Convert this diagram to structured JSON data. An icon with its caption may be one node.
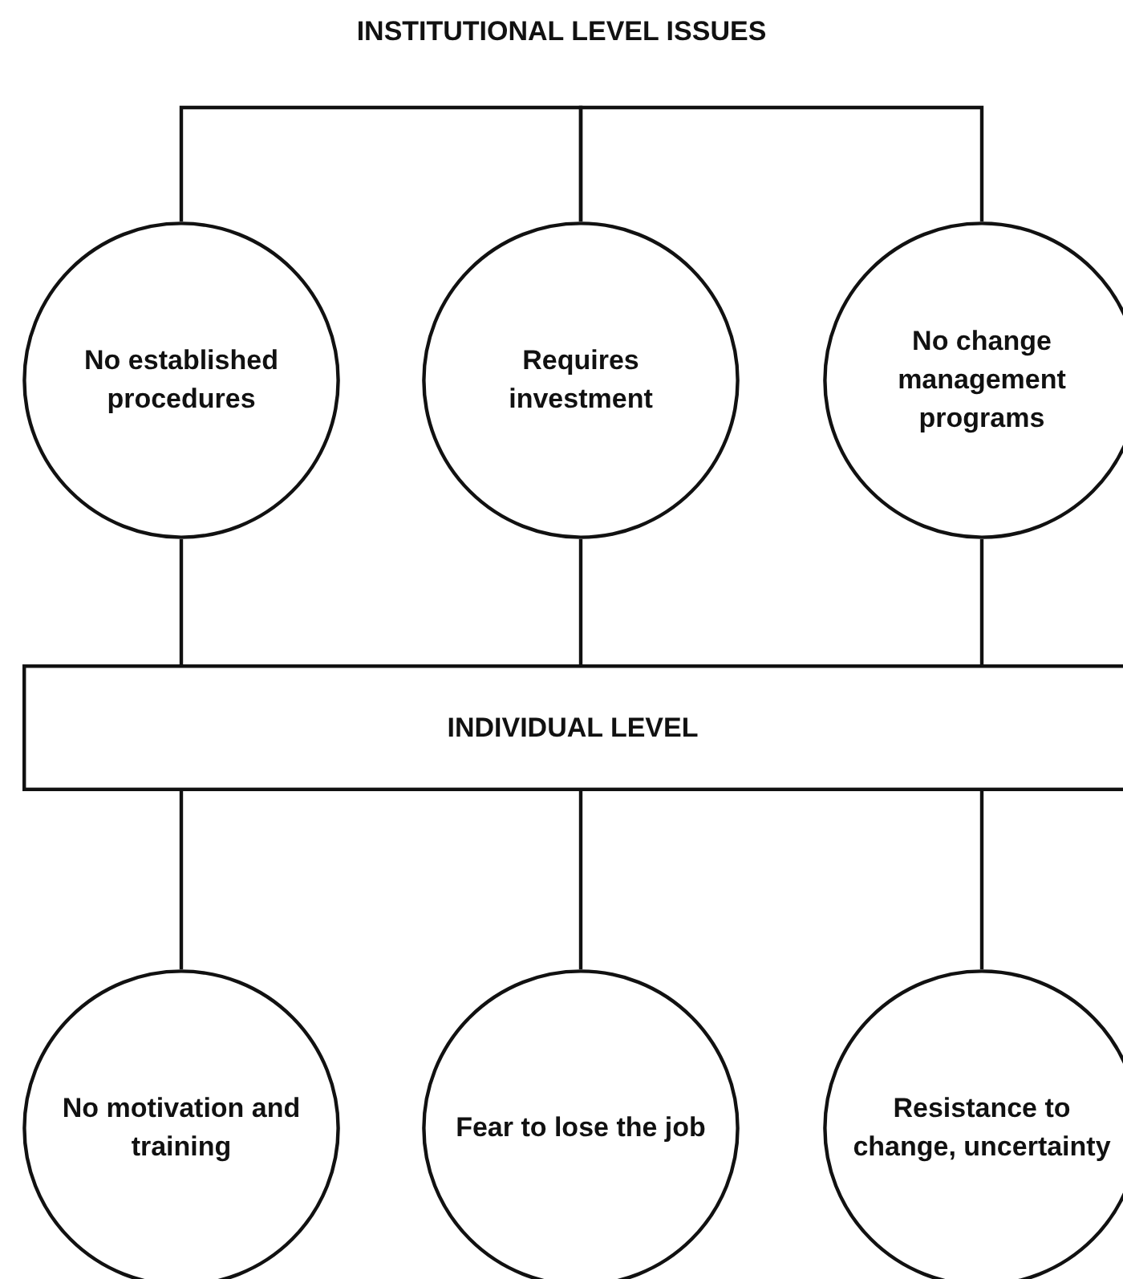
{
  "diagram": {
    "title": "INSTITUTIONAL LEVEL ISSUES",
    "nodes": [
      {
        "text": [
          "No established procedures"
        ]
      },
      {
        "text": [
          "Requires investment"
        ]
      },
      {
        "text": [
          "No change management programs"
        ]
      },
      {
        "text": [
          "INDIVIDUAL LEVEL"
        ]
      },
      {
        "text": [
          "No motivation and training"
        ]
      },
      {
        "text": [
          "Fear to lose the job"
        ]
      },
      {
        "text": [
          "Resistance to change, uncertainty"
        ]
      }
    ],
    "edges": [
      {
        "from": 0,
        "to": 1,
        "arrow": "none"
      },
      {
        "from": 1,
        "to": 2,
        "arrow": "none"
      },
      {
        "from": 0,
        "to": 3,
        "arrow": "none"
      },
      {
        "from": 1,
        "to": 3,
        "arrow": "none"
      },
      {
        "from": 2,
        "to": 3,
        "arrow": "none"
      },
      {
        "from": 3,
        "to": 4,
        "arrow": "none"
      },
      {
        "from": 3,
        "to": 5,
        "arrow": "none"
      },
      {
        "from": 3,
        "to": 6,
        "arrow": "none"
      }
    ]
  }
}
